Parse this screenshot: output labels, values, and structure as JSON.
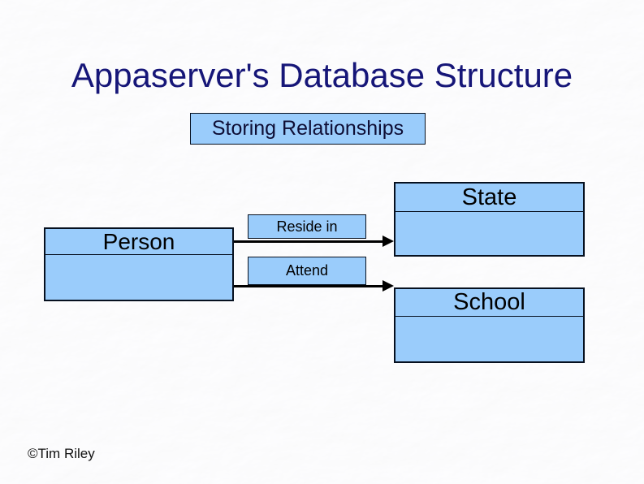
{
  "slide": {
    "title": "Appaserver's Database Structure",
    "subtitle": "Storing Relationships",
    "credit": "©Tim Riley"
  },
  "diagram": {
    "entities": [
      {
        "id": "person",
        "label": "Person"
      },
      {
        "id": "state",
        "label": "State"
      },
      {
        "id": "school",
        "label": "School"
      }
    ],
    "relationships": [
      {
        "label": "Reside in",
        "from": "Person",
        "to": "State"
      },
      {
        "label": "Attend",
        "from": "Person",
        "to": "School"
      }
    ]
  },
  "colors": {
    "title_text": "#161678",
    "box_fill": "#9accfb",
    "box_border": "#06101f",
    "connector": "#000000",
    "background_base": "#ededef",
    "label_text": "#000000",
    "subtitle_text": "#0e0e35",
    "credit_text": "#111111"
  }
}
